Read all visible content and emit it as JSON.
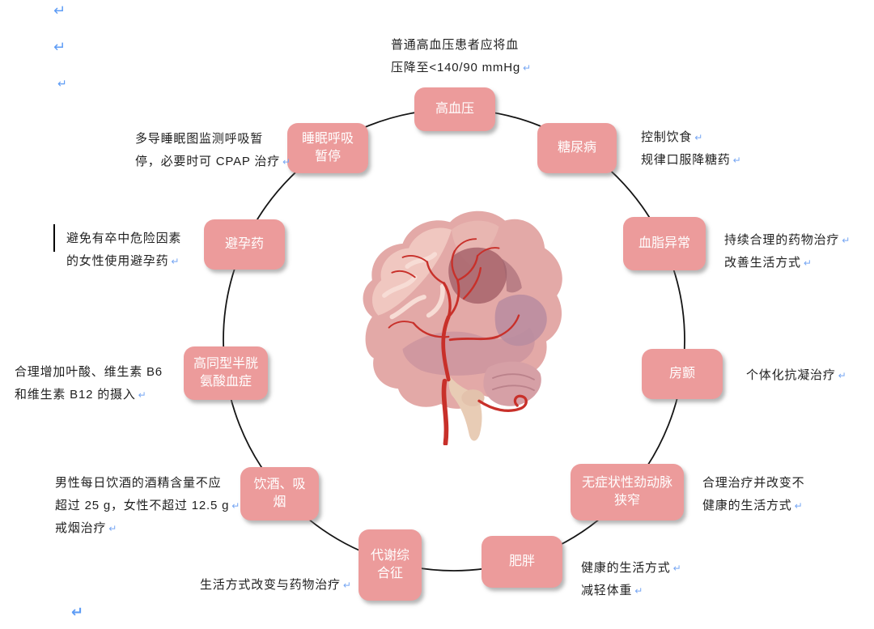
{
  "document": {
    "type": "word-document-page",
    "background": "#ffffff"
  },
  "colors": {
    "node_fill": "#EC9B9B",
    "node_text": "#ffffff",
    "annotation_text": "#1f1f1f",
    "circle_line": "#151515",
    "paragraph_mark_blue": "#5E9CF5",
    "inline_mark_blue": "#77A7F3",
    "artery_red": "#C8302A"
  },
  "icons": {
    "return_glyph": "↵"
  },
  "top_note": {
    "line1": "普通高血压患者应将血",
    "line2": "压降至<140/90 mmHg"
  },
  "nodes": {
    "hypertension": "高血压",
    "diabetes": "糖尿病",
    "dyslipidemia": "血脂异常",
    "afib": "房颤",
    "carotid_stenosis": "无症状性劲动脉狭窄",
    "obesity": "肥胖",
    "metabolic_syndrome": "代谢综合征",
    "alcohol_smoking": "饮酒、吸烟",
    "homocysteine": "高同型半胱氨酸血症",
    "contraceptive": "避孕药",
    "sleep_apnea": "睡眠呼吸暂停"
  },
  "notes": {
    "diabetes": {
      "line1": "控制饮食",
      "line2": "规律口服降糖药"
    },
    "dyslipidemia": {
      "line1": "持续合理的药物治疗",
      "line2": "改善生活方式"
    },
    "afib": {
      "line1": "个体化抗凝治疗"
    },
    "carotid_stenosis": {
      "line1": "合理治疗并改变不",
      "line2": "健康的生活方式"
    },
    "obesity": {
      "line1": "健康的生活方式",
      "line2": "减轻体重"
    },
    "metabolic_syndrome": {
      "line1": "生活方式改变与药物治疗"
    },
    "alcohol_smoking": {
      "line1": "男性每日饮酒的酒精含量不应",
      "line2": "超过 25 g，女性不超过 12.5 g",
      "line3": "戒烟治疗"
    },
    "homocysteine": {
      "line1": "合理增加叶酸、维生素 B6",
      "line2": "和维生素 B12 的摄入"
    },
    "contraceptive": {
      "line1": "避免有卒中危险因素",
      "line2": "的女性使用避孕药"
    },
    "sleep_apnea": {
      "line1": "多导睡眠图监测呼吸暂",
      "line2": "停，必要时可 CPAP 治疗"
    }
  }
}
